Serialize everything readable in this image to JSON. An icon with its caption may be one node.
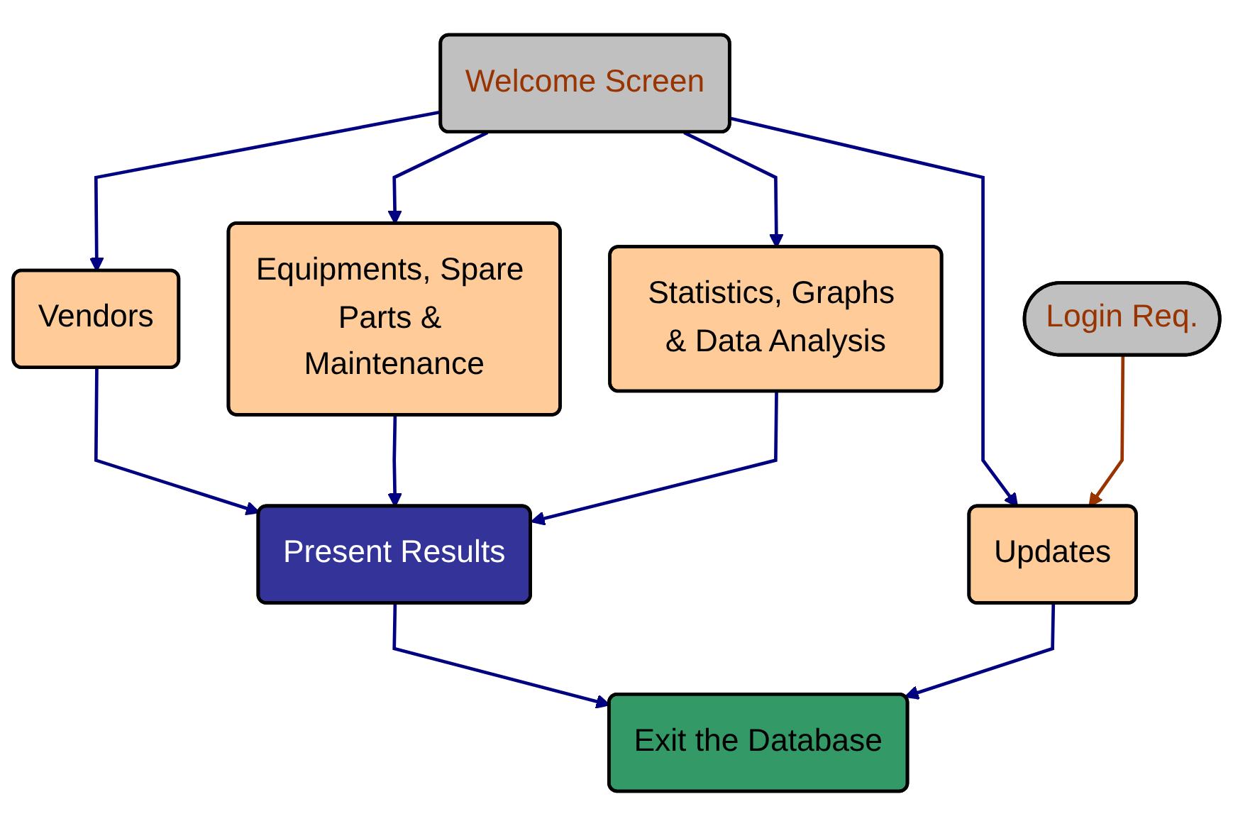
{
  "diagram": {
    "nodes": [
      {
        "text": [
          "Welcome Screen"
        ]
      },
      {
        "text": [
          "Vendors"
        ]
      },
      {
        "text": [
          "Equipments, Spare Parts & Maintenance"
        ]
      },
      {
        "text": [
          "Statistics, Graphs & Data Analysis"
        ]
      },
      {
        "text": [
          "Updates"
        ]
      },
      {
        "text": [
          "Login Req."
        ]
      },
      {
        "text": [
          "Present Results"
        ]
      },
      {
        "text": [
          "Exit the Database"
        ]
      }
    ],
    "edges": [
      {
        "from": 0,
        "to": 1,
        "arrow": "to"
      },
      {
        "from": 0,
        "to": 2,
        "arrow": "to"
      },
      {
        "from": 0,
        "to": 3,
        "arrow": "to"
      },
      {
        "from": 0,
        "to": 4,
        "arrow": "to"
      },
      {
        "from": 5,
        "to": 4,
        "arrow": "to",
        "color": "#993300"
      },
      {
        "from": 1,
        "to": 6,
        "arrow": "to"
      },
      {
        "from": 2,
        "to": 6,
        "arrow": "to"
      },
      {
        "from": 3,
        "to": 6,
        "arrow": "to"
      },
      {
        "from": 6,
        "to": 7,
        "arrow": "to"
      },
      {
        "from": 4,
        "to": 7,
        "arrow": "to"
      }
    ]
  }
}
